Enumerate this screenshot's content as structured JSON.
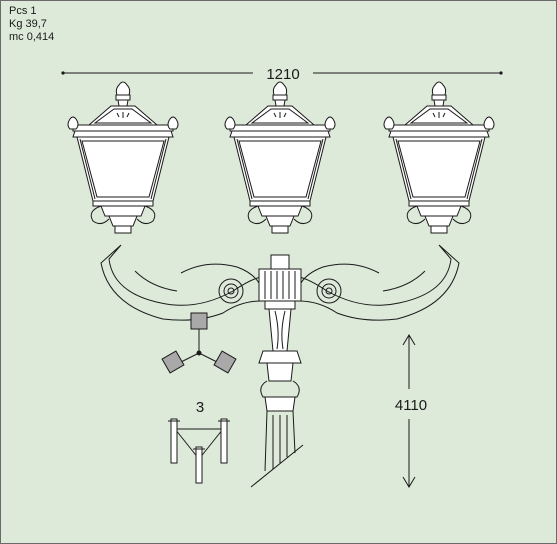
{
  "specs": {
    "pcs": "Pcs 1",
    "kg": "Kg  39,7",
    "mc": "mc  0,414"
  },
  "dimensions": {
    "width": "1210",
    "height": "4110"
  },
  "lamp_count": "3",
  "colors": {
    "background": "#dde9d9",
    "line": "#1a1a1a",
    "symbol_fill": "#a9a9a9"
  }
}
